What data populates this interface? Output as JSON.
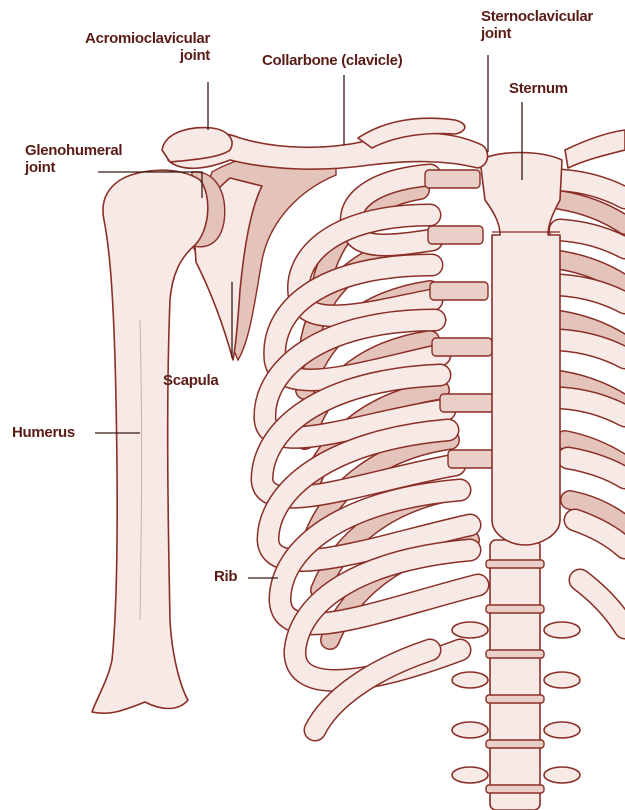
{
  "labels": {
    "acromioclavicular": {
      "line1": "Acromioclavicular",
      "line2": "joint"
    },
    "collarbone": "Collarbone (clavicle)",
    "sternoclavicular": {
      "line1": "Sternoclavicular",
      "line2": "joint"
    },
    "sternum": "Sternum",
    "glenohumeral": {
      "line1": "Glenohumeral",
      "line2": "joint"
    },
    "scapula": "Scapula",
    "humerus": "Humerus",
    "rib": "Rib"
  },
  "colors": {
    "bone": "#f6e9e6",
    "bone_shade": "#e4c3bb",
    "cartilage": "#e9cfc8",
    "outline": "#8a2f27",
    "label_text": "#5a1d16",
    "leader_line": "#3a1a16"
  }
}
